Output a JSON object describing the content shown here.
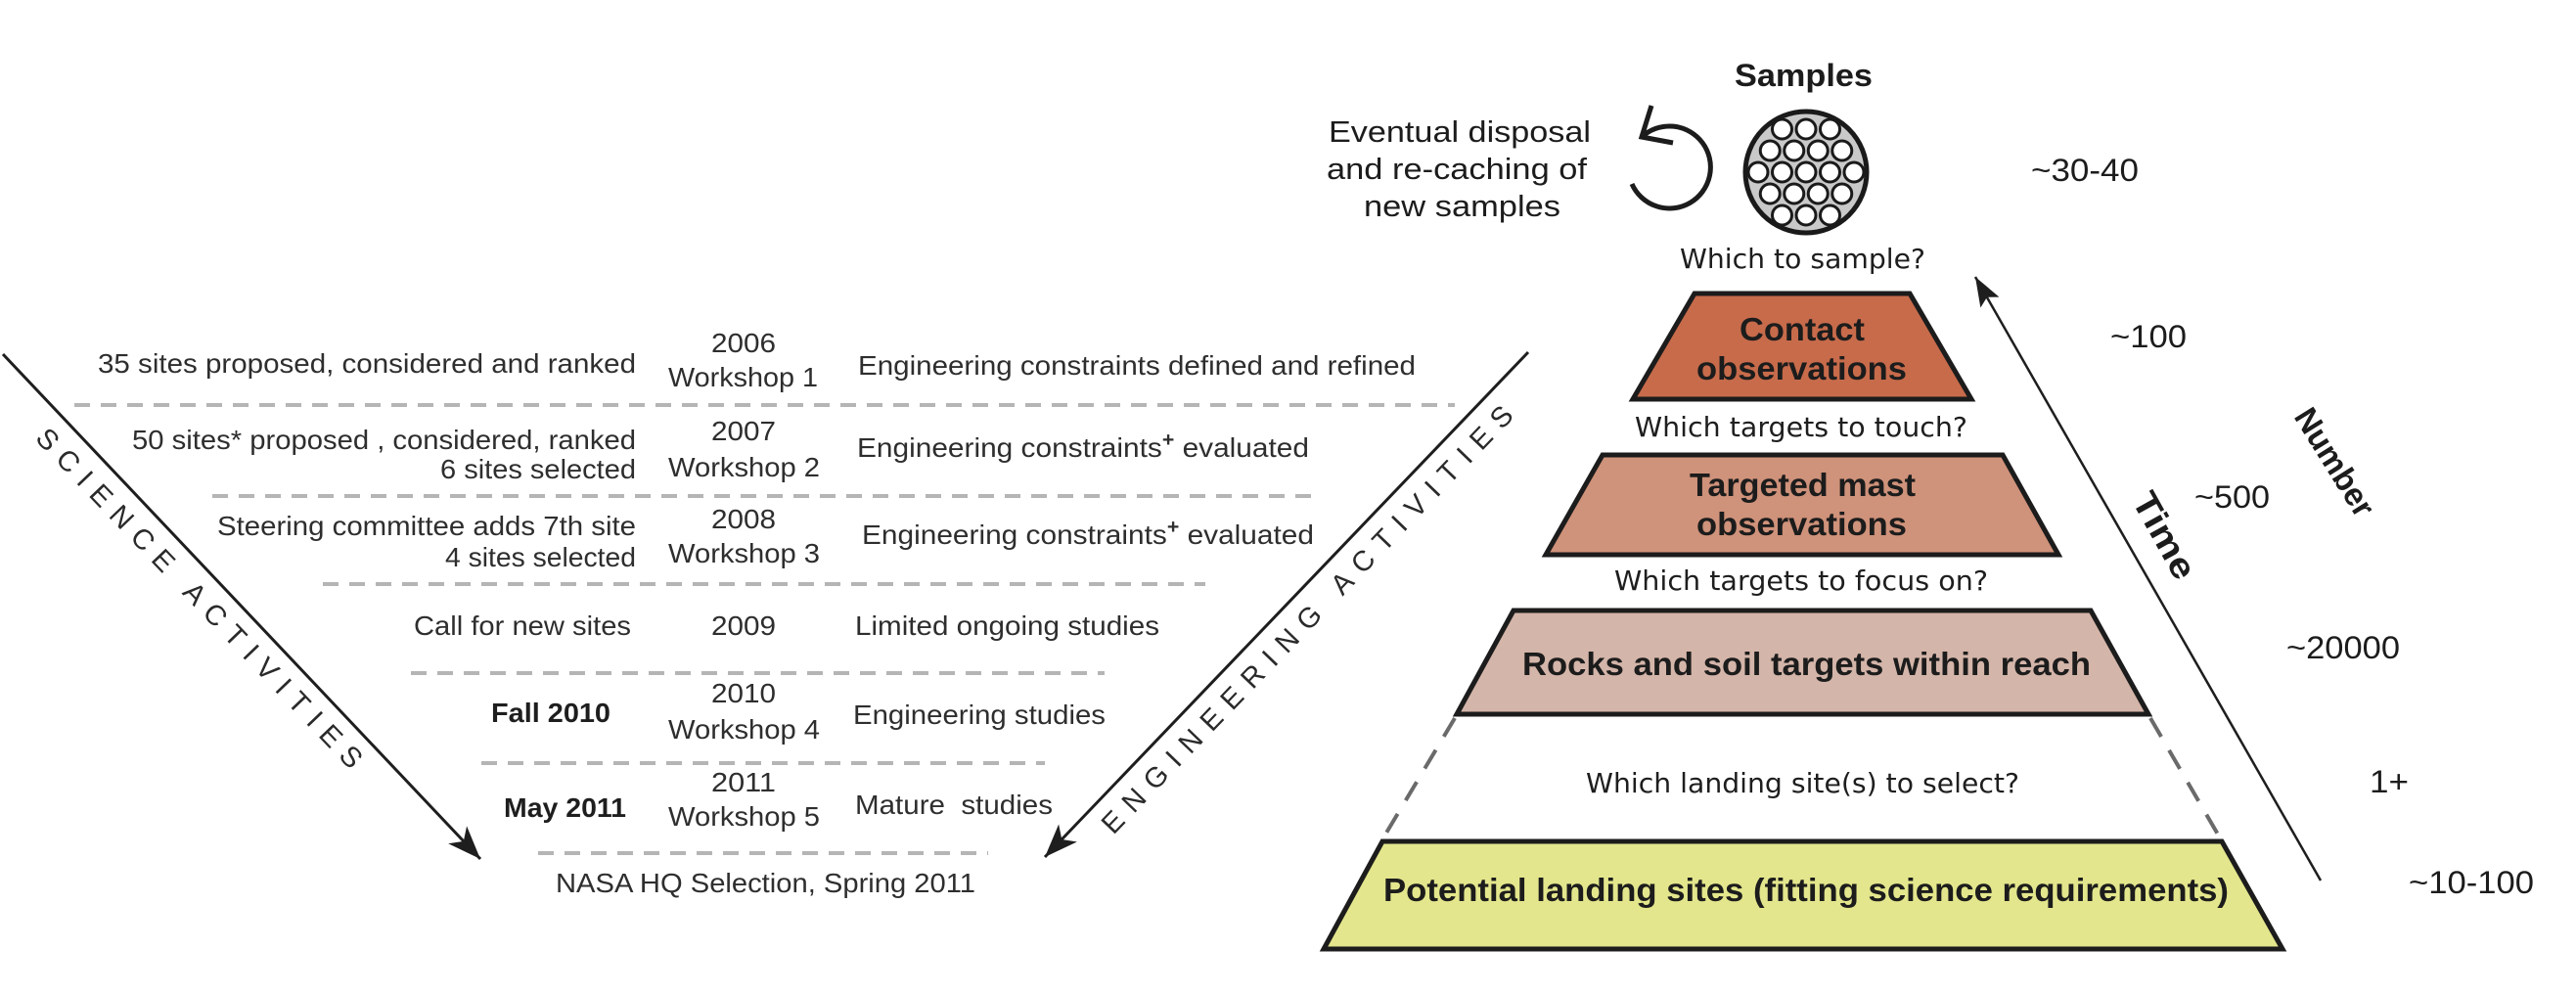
{
  "left_panel": {
    "science_axis_label": "SCIENCE ACTIVITIES",
    "engineering_axis_label": "ENGINEERING ACTIVITIES",
    "rows": [
      {
        "science": [
          "35 sites proposed, considered and ranked"
        ],
        "year": "2006",
        "workshop": "Workshop 1",
        "engineering": "Engineering constraints defined and refined"
      },
      {
        "science": [
          "50 sites* proposed , considered, ranked",
          "6 sites selected"
        ],
        "year": "2007",
        "workshop": "Workshop 2",
        "engineering": "Engineering constraints",
        "engineering_sup": "+",
        "engineering_tail": " evaluated"
      },
      {
        "science": [
          "Steering committee adds 7th site",
          "4 sites selected"
        ],
        "year": "2008",
        "workshop": "Workshop 3",
        "engineering": "Engineering constraints",
        "engineering_sup": "+",
        "engineering_tail": " evaluated"
      },
      {
        "science": [
          "Call for new sites"
        ],
        "year": "2009",
        "engineering": "Limited ongoing studies"
      },
      {
        "science": [
          "Fall 2010"
        ],
        "year": "2010",
        "workshop": "Workshop 4",
        "engineering": "Engineering studies"
      },
      {
        "science": [
          "May 2011"
        ],
        "year": "2011",
        "workshop": "Workshop 5",
        "engineering": "Mature  studies"
      }
    ],
    "final_milestone": "NASA HQ Selection, Spring 2011"
  },
  "right_panel": {
    "samples_title": "Samples",
    "sample_container_color": "#c9c9c9",
    "sample_tube_rows": [
      3,
      4,
      5,
      4,
      3
    ],
    "recache_note": [
      "Eventual disposal",
      "and re-caching of",
      "new samples"
    ],
    "samples_count": "~30-40",
    "questions": [
      "Which to sample?",
      "Which targets to touch?",
      "Which targets to focus on?",
      "Which landing site(s) to select?"
    ],
    "levels": [
      {
        "label": [
          "Contact",
          "observations"
        ],
        "count": "~100",
        "color": "#c76b4b"
      },
      {
        "label": [
          "Targeted mast",
          "observations"
        ],
        "count": "~500",
        "color": "#cf927a"
      },
      {
        "label": [
          "Rocks and soil targets within reach"
        ],
        "count": "~20000",
        "color": "#d4b5a9"
      },
      {
        "label": [
          "Potential landing sites (fitting science requirements)"
        ],
        "count": "~10-100",
        "color": "#e3e68c"
      }
    ],
    "landing_site_count": "1+",
    "time_axis_label": "Time",
    "number_axis_label": "Number"
  }
}
